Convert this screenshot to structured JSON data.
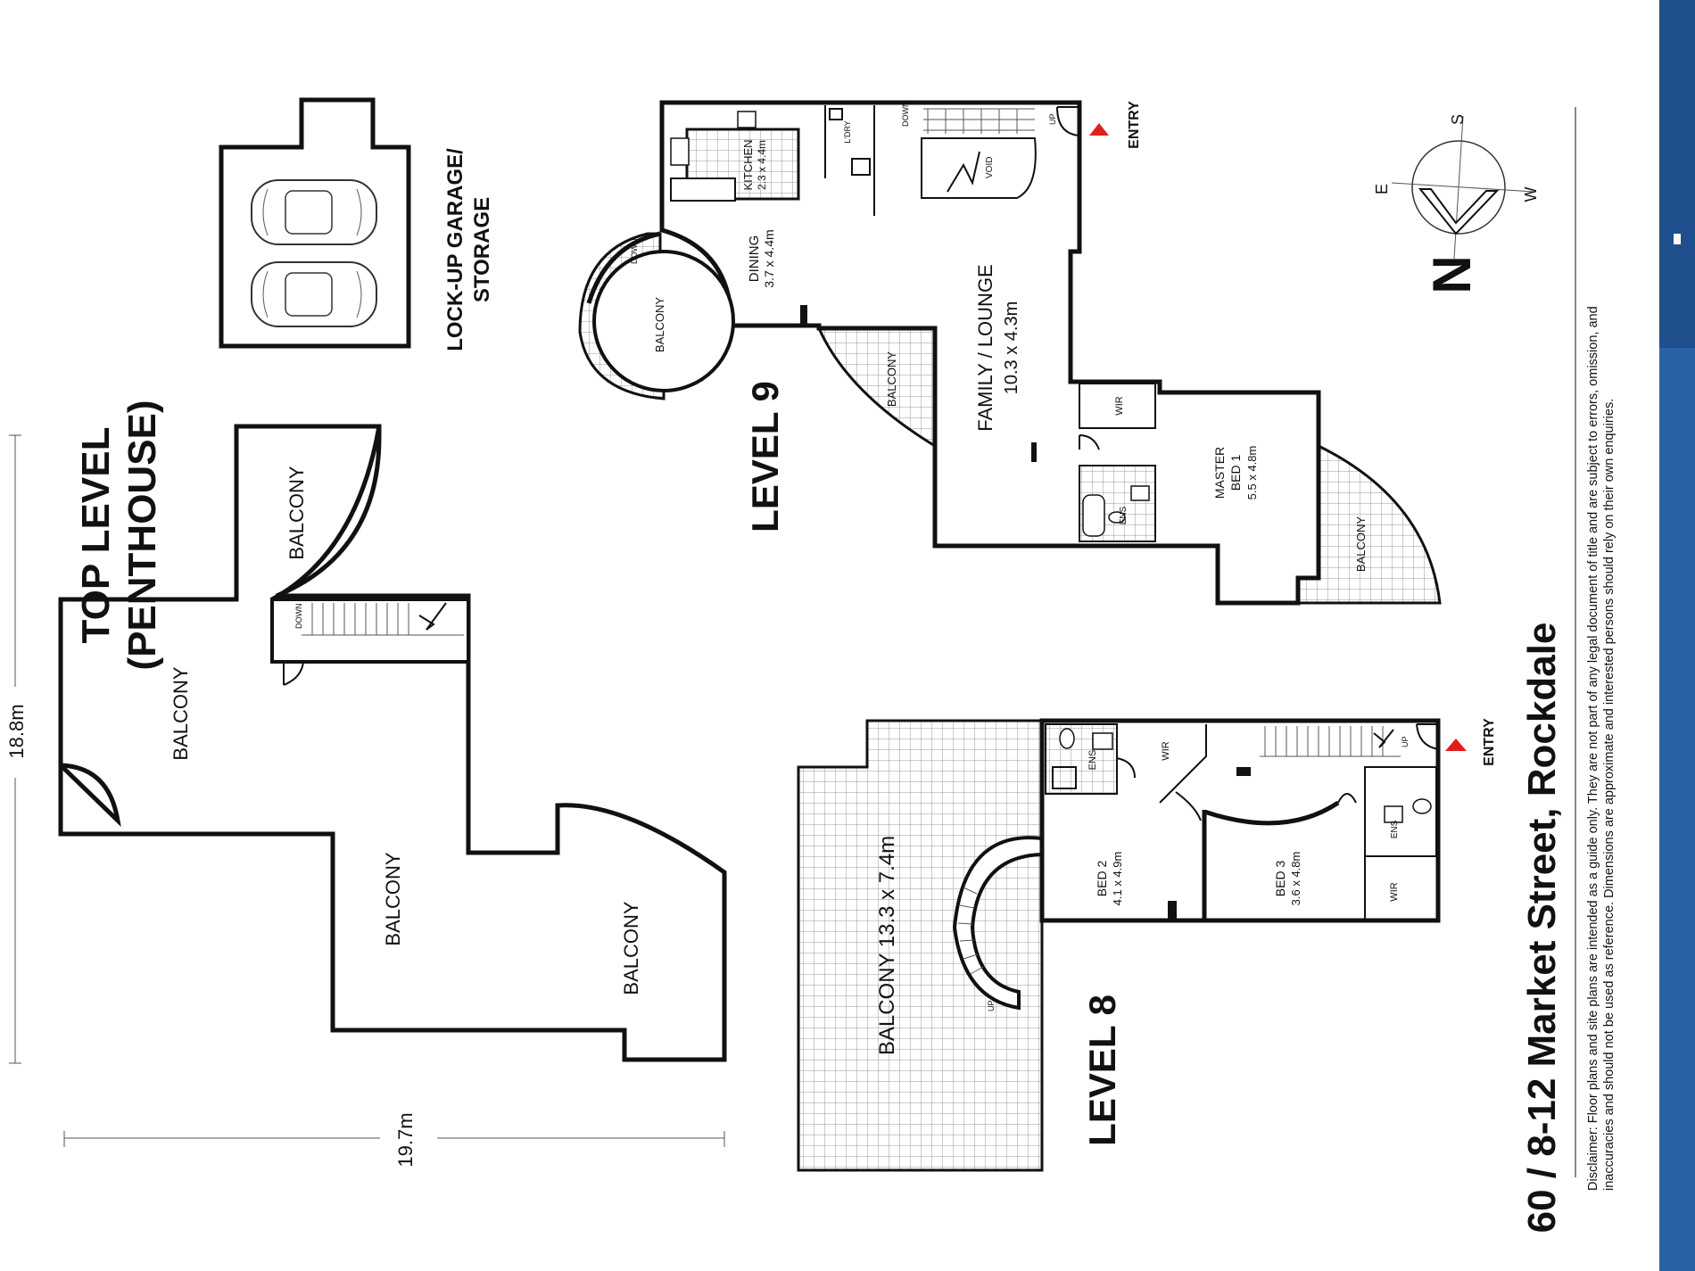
{
  "address": "60 / 8-12 Market Street, Rockdale",
  "disclaimer": {
    "line1": "Disclaimer: Floor plans and site plans are intended as a guide only. They are not part of any legal document of title and are subject to errors, omission, and",
    "line2": "inaccuracies and should not be used as reference. Dimensions are approximate and interested persons should rely on their own enquiries."
  },
  "compass": {
    "north": "N",
    "s": "S",
    "e": "E",
    "w": "W"
  },
  "top_level": {
    "title_line1": "TOP LEVEL",
    "title_line2": "(PENTHOUSE)",
    "garage_line1": "LOCK-UP GARAGE/",
    "garage_line2": "STORAGE",
    "balcony": "BALCONY",
    "stair_down": "DOWN",
    "dim_height": "18.8m",
    "dim_width": "19.7m"
  },
  "level9": {
    "title": "LEVEL 9",
    "entry": "ENTRY",
    "kitchen": "KITCHEN",
    "kitchen_dim": "2.3 x 4.4m",
    "dining": "DINING",
    "dining_dim": "3.7 x 4.4m",
    "family": "FAMILY / LOUNGE",
    "family_dim": "10.3 x 4.3m",
    "master": "MASTER",
    "master_sub": "BED 1",
    "master_dim": "5.5 x 4.8m",
    "balcony": "BALCONY",
    "void": "VOID",
    "wir": "WIR",
    "ens": "ENS",
    "ldry": "L'DRY",
    "down": "DOWN",
    "up": "UP"
  },
  "level8": {
    "title": "LEVEL 8",
    "entry": "ENTRY",
    "balcony": "BALCONY 13.3 x 7.4m",
    "bed2": "BED 2",
    "bed2_dim": "4.1 x 4.9m",
    "bed3": "BED 3",
    "bed3_dim": "3.6 x 4.8m",
    "ens": "ENS",
    "wir": "WIR",
    "up": "UP"
  }
}
